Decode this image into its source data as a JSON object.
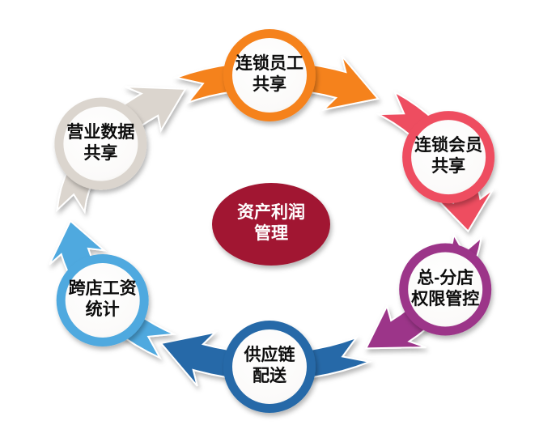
{
  "diagram": {
    "background_color": "#FFFFFF",
    "label_text_color": "#0D0D0D",
    "center": {
      "label": "资产利润\n管理",
      "color": "#A11732",
      "text_color": "#FFFFFF"
    },
    "nodes": [
      {
        "id": "chain-employee-sharing",
        "label": "连锁员工\n共享",
        "color": "#F5821E"
      },
      {
        "id": "chain-member-sharing",
        "label": "连锁会员\n共享",
        "color": "#EE4D60"
      },
      {
        "id": "hq-branch-permission-control",
        "label": "总-分店\n权限管控",
        "color": "#9C3589"
      },
      {
        "id": "supply-chain-distribution",
        "label": "供应链\n配送",
        "color": "#2569A8"
      },
      {
        "id": "cross-store-payroll-stats",
        "label": "跨店工资\n统计",
        "color": "#50A9DF"
      },
      {
        "id": "business-data-sharing",
        "label": "营业数据\n共享",
        "color": "#DBD5CE"
      }
    ]
  }
}
